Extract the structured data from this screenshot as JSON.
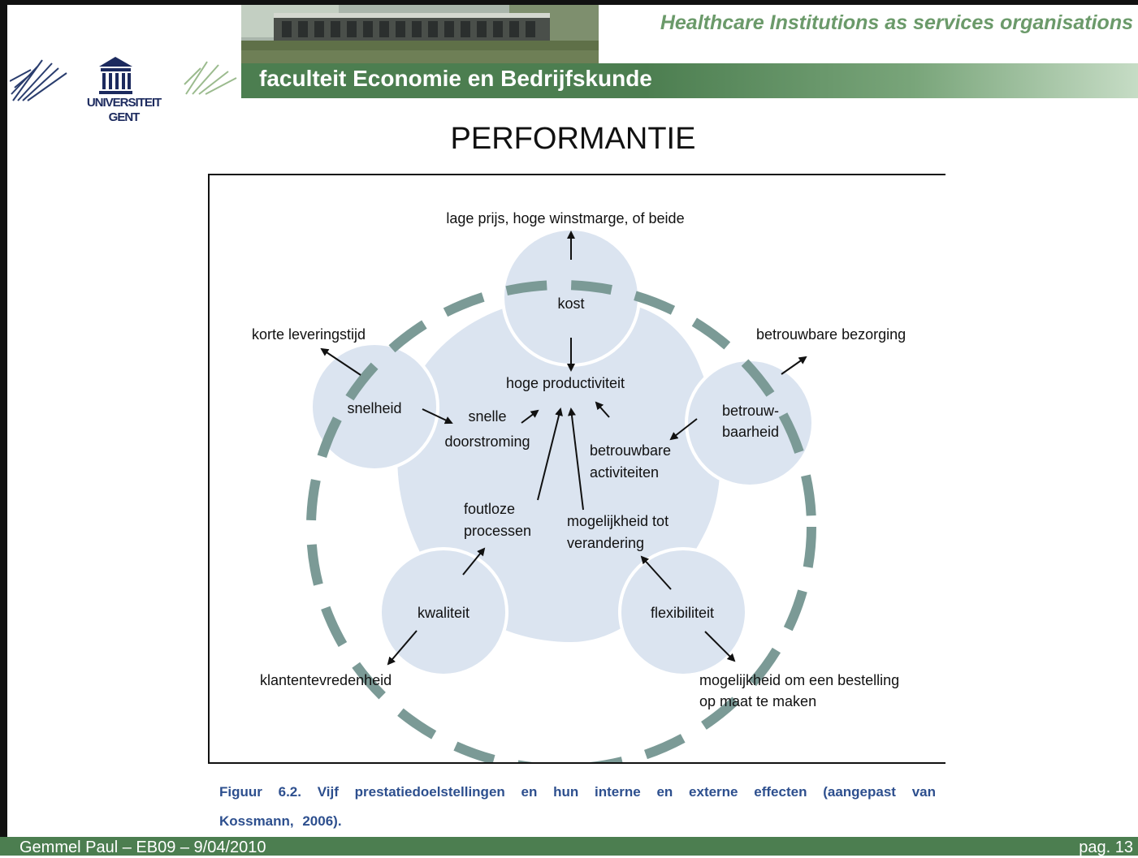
{
  "header": {
    "subtitle": "Healthcare Institutions as services organisations",
    "faculty": "faculteit Economie en Bedrijfskunde",
    "logo_text_line1": "UNIVERSITEIT",
    "logo_text_line2": "GENT"
  },
  "slide": {
    "title": "PERFORMANTIE"
  },
  "diagram": {
    "circles": {
      "kost": "kost",
      "snelheid": "snelheid",
      "betrouwbaarheid_line1": "betrouw-",
      "betrouwbaarheid_line2": "baarheid",
      "kwaliteit": "kwaliteit",
      "flexibiliteit": "flexibiliteit"
    },
    "center": "hoge productiviteit",
    "internal": {
      "snelle": "snelle",
      "doorstroming": "doorstroming",
      "betrouwbare": "betrouwbare",
      "activiteiten": "activiteiten",
      "foutloze": "foutloze",
      "processen": "processen",
      "mogelijkheid_tot": "mogelijkheid tot",
      "verandering": "verandering"
    },
    "external": {
      "kost": "lage prijs, hoge winstmarge, of beide",
      "snelheid": "korte leveringstijd",
      "betrouwbaarheid": "betrouwbare bezorging",
      "kwaliteit": "klantentevredenheid",
      "flexibiliteit_line1": "mogelijkheid om een bestelling",
      "flexibiliteit_line2": "op maat te maken"
    },
    "colors": {
      "circle_fill": "#dbe4f0",
      "dashed_ring": "#7b9a96"
    }
  },
  "caption": {
    "text": "Figuur 6.2. Vijf prestatiedoelstellingen en hun interne en externe effecten (aangepast van Kossmann, 2006)."
  },
  "footer": {
    "left": "Gemmel Paul – EB09 – 9/04/2010",
    "right": "pag. 13"
  },
  "colors": {
    "accent_green": "#4c7e50",
    "subtitle_green": "#6b9a6a",
    "caption_blue": "#2d4f8e"
  }
}
